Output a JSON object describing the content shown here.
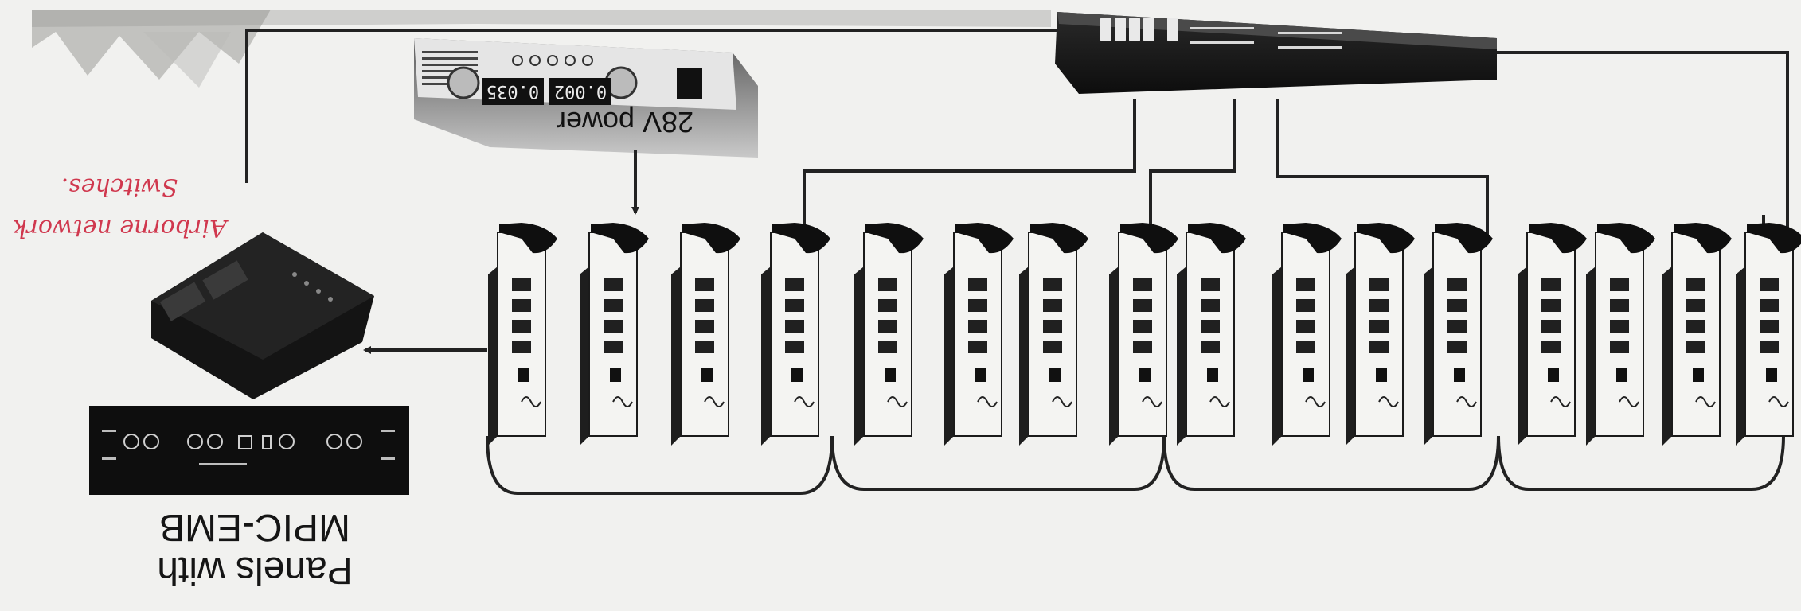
{
  "labels": {
    "panels": [
      "Panels with",
      "MPIC-EMB"
    ],
    "power": "28V power",
    "handwritten": [
      "Airborne network",
      "Switches."
    ]
  },
  "display_readouts": [
    "0.002",
    "0.035"
  ],
  "module_count": 16,
  "colors": {
    "background": "#f1f1ef",
    "line": "#222222",
    "module_face": "#f4f4f2",
    "device_dark": "#1b1b1b",
    "handwriting": "#d0384e"
  }
}
